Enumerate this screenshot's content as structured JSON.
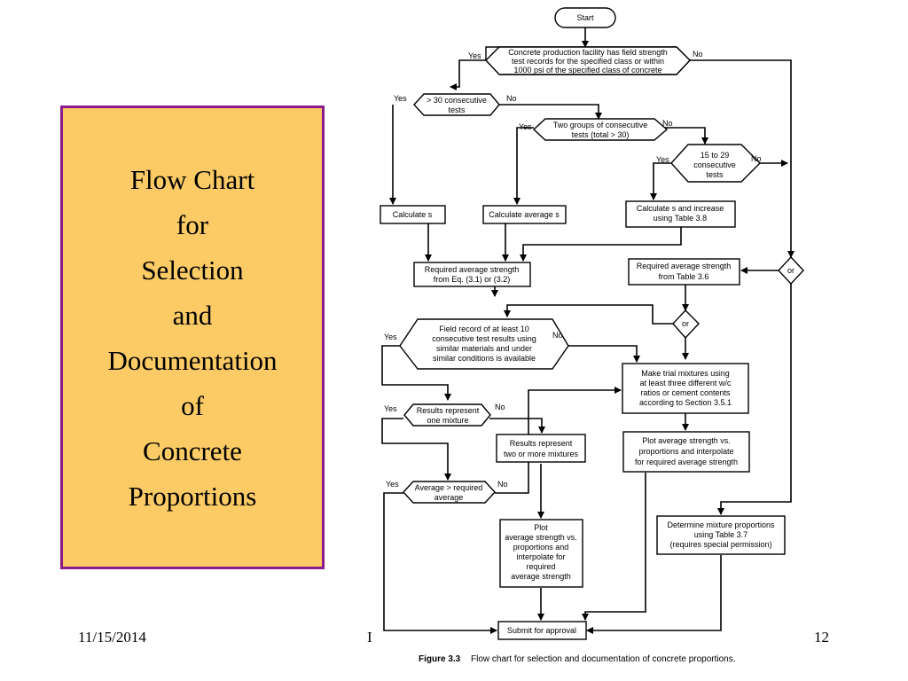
{
  "slide": {
    "title_lines": [
      "Flow Chart",
      "for",
      "Selection",
      "and",
      "Documentation",
      "of",
      "Concrete",
      "Proportions"
    ],
    "date": "11/15/2014",
    "footer_mid": "I",
    "page_number": "12",
    "title_box_fill": "#fccb66",
    "title_box_border": "#8b1a8b"
  },
  "flowchart": {
    "start": "Start",
    "node1": [
      "Concrete production facility has field strength",
      "test records for the specified class or within",
      "1000 psi of the specified class of concrete"
    ],
    "node2": [
      "> 30 consecutive",
      "tests"
    ],
    "node3": [
      "Two groups of consecutive",
      "tests (total > 30)"
    ],
    "node4": [
      "15 to 29",
      "consecutive",
      "tests"
    ],
    "calc_s": "Calculate s",
    "calc_avg_s": "Calculate average s",
    "calc_s_inc": [
      "Calculate s and increase",
      "using Table 3.8"
    ],
    "req_eq": [
      "Required average strength",
      "from Eq. (3.1) or (3.2)"
    ],
    "req_table": [
      "Required average strength",
      "from Table 3.6"
    ],
    "or_label": "or",
    "field_record": [
      "Field record of at least 10",
      "consecutive test results using",
      "similar materials and under",
      "similar conditions is available"
    ],
    "trial": [
      "Make trial mixtures using",
      "at least three different w/c",
      "ratios or cement contents",
      "according to Section 3.5.1"
    ],
    "res_one": [
      "Results represent",
      "one mixture"
    ],
    "res_two": [
      "Results represent",
      "two or more mixtures"
    ],
    "plot_avg_right": [
      "Plot average strength vs.",
      "proportions and interpolate",
      "for required average strength"
    ],
    "avg_gt": [
      "Average > required",
      "average"
    ],
    "plot_avg_left": [
      "Plot",
      "average strength vs.",
      "proportions and",
      "interpolate for",
      "required",
      "average strength"
    ],
    "determine": [
      "Determine mixture proportions",
      "using Table 3.7",
      "(requires special permission)"
    ],
    "submit": "Submit for approval",
    "yes": "Yes",
    "no": "No",
    "caption_fig": "Figure 3.3",
    "caption_text": "Flow chart for selection and documentation of concrete proportions."
  }
}
